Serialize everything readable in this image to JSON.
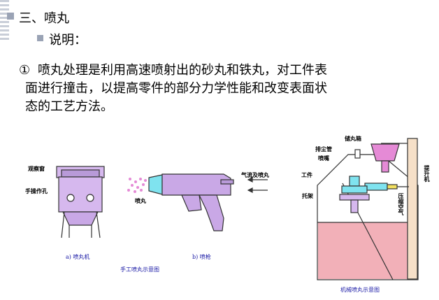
{
  "heading": "三、喷丸",
  "subheading": "说明：",
  "paragraph": {
    "marker": "①",
    "lines": [
      "喷丸处理是利用高速喷射出的砂丸和铁丸，对工件表",
      "面进行撞击，以提高零件的部分力学性能和改变表面状",
      "态的工艺方法。"
    ]
  },
  "manual_figure": {
    "cabinet_labels": {
      "window": "观察窗",
      "hand_hole": "手操作孔"
    },
    "gun_labels": {
      "shot": "喷丸",
      "air_and_shot": "气流及喷丸"
    },
    "caption_a": "a) 喷丸机",
    "caption_b": "b) 喷枪",
    "caption": "手工喷丸示意图"
  },
  "machine_figure": {
    "labels": {
      "hopper": "储丸箱",
      "dust_pipe": "排尘管",
      "nozzle": "喷嘴",
      "workpiece": "工件",
      "holder": "托架",
      "compressed_air": "压缩空气",
      "elevator": "提升机"
    },
    "caption": "机械喷丸示意图"
  },
  "colors": {
    "violet": "#d6b8ee",
    "pink": "#e58ad6",
    "cyan": "#7fe3ef",
    "outline": "#333333"
  }
}
